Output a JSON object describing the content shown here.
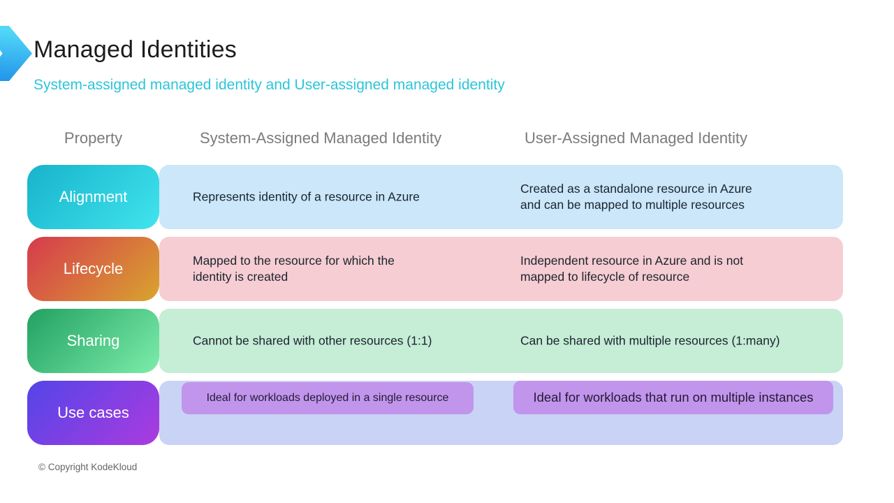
{
  "slide": {
    "title": "Managed Identities",
    "subtitle": "System-assigned managed identity and User-assigned managed identity",
    "copyright": "© Copyright KodeKloud"
  },
  "decor": {
    "chevron_icon": "chevron-right"
  },
  "table": {
    "headers": [
      "Property",
      "System-Assigned Managed Identity",
      "User-Assigned Managed Identity"
    ],
    "rows": [
      {
        "property": "Alignment",
        "system": "Represents identity of a resource in Azure",
        "user": "Created as a standalone resource in Azure\nand can be mapped to multiple resources"
      },
      {
        "property": "Lifecycle",
        "system": "Mapped to the resource for which the\nidentity is created",
        "user": "Independent resource in Azure and is not\nmapped to lifecycle of resource"
      },
      {
        "property": "Sharing",
        "system": "Cannot be shared with other resources (1:1)",
        "user": "Can be shared with multiple resources (1:many)"
      },
      {
        "property": "Use cases",
        "system": "Ideal for workloads deployed in a single resource",
        "user": "Ideal for workloads that run on multiple instances"
      }
    ]
  },
  "colors": {
    "title_text": "#1c1c1c",
    "subtitle_accent": "#2cc5d9",
    "header_text": "#7b7b7b",
    "cell_text": "#1b2430",
    "chevron_from": "#52d8f7",
    "chevron_to": "#2396ea",
    "usecase_box_bg": "#c195ec",
    "rows": [
      {
        "pill_from": "#17b3cb",
        "pill_to": "#41e4ee",
        "bg": "#cbe7f9"
      },
      {
        "pill_from": "#d63a4e",
        "pill_to": "#d9a42e",
        "bg": "#f6cdd2"
      },
      {
        "pill_from": "#22a162",
        "pill_to": "#7cedaa",
        "bg": "#c6edd6"
      },
      {
        "pill_from": "#5345e8",
        "pill_to": "#ab3bdf",
        "bg": "#c9d3f6"
      }
    ]
  }
}
